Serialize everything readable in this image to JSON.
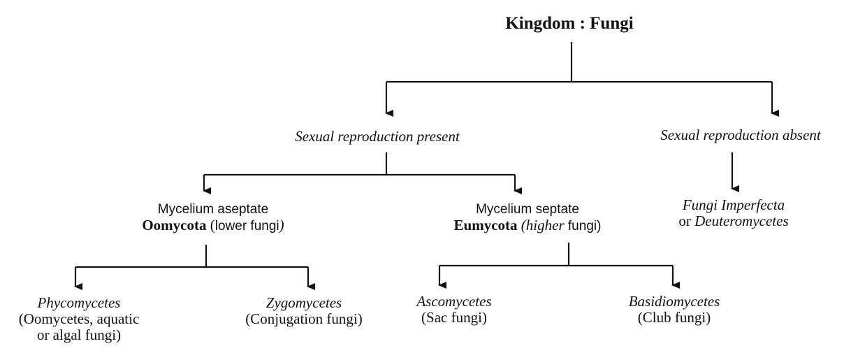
{
  "title": "Kingdom : Fungi",
  "level1": {
    "sexual_present": "Sexual reproduction present",
    "sexual_absent": "Sexual reproduction absent"
  },
  "level2": {
    "aseptate": {
      "line1": "Mycelium aseptate",
      "name": "Oomycota",
      "paren_open": " (",
      "desc": "lower fungi",
      "paren_close": ")"
    },
    "septate": {
      "line1": "Mycelium septate",
      "name": "Eumycota",
      "paren_open": " (",
      "desc_italic": "higher",
      "desc_rest": " fungi)"
    },
    "imperfecta": {
      "line1": "Fungi Imperfecta",
      "or": "or ",
      "line2": "Deuteromycetes"
    }
  },
  "level3": {
    "phycomycetes": {
      "name": "Phycomycetes",
      "desc1": "(Oomycetes, aquatic",
      "desc2": "or algal fungi)"
    },
    "zygomycetes": {
      "name": "Zygomycetes",
      "desc1": "(Conjugation fungi)"
    },
    "ascomycetes": {
      "name": "Ascomycetes",
      "desc1": "(Sac fungi)"
    },
    "basidiomycetes": {
      "name": "Basidiomycetes",
      "desc1": "(Club fungi)"
    }
  }
}
